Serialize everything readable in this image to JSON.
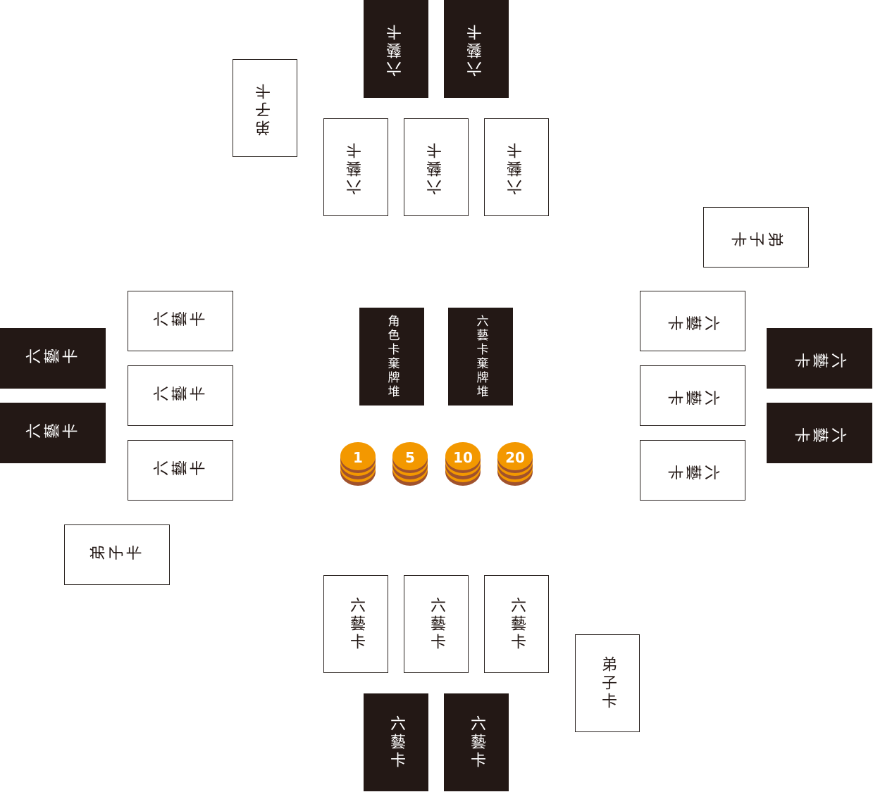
{
  "labels": {
    "six_arts": "六藝卡",
    "disciple": "弟子卡",
    "role_discard": "角色卡棄牌堆",
    "six_arts_discard": "六藝卡棄牌堆"
  },
  "chips": [
    {
      "value": "1"
    },
    {
      "value": "5"
    },
    {
      "value": "10"
    },
    {
      "value": "20"
    }
  ],
  "colors": {
    "card_dark": "#231815",
    "chip_orange": "#f39800",
    "chip_shadow": "#a0522d"
  }
}
